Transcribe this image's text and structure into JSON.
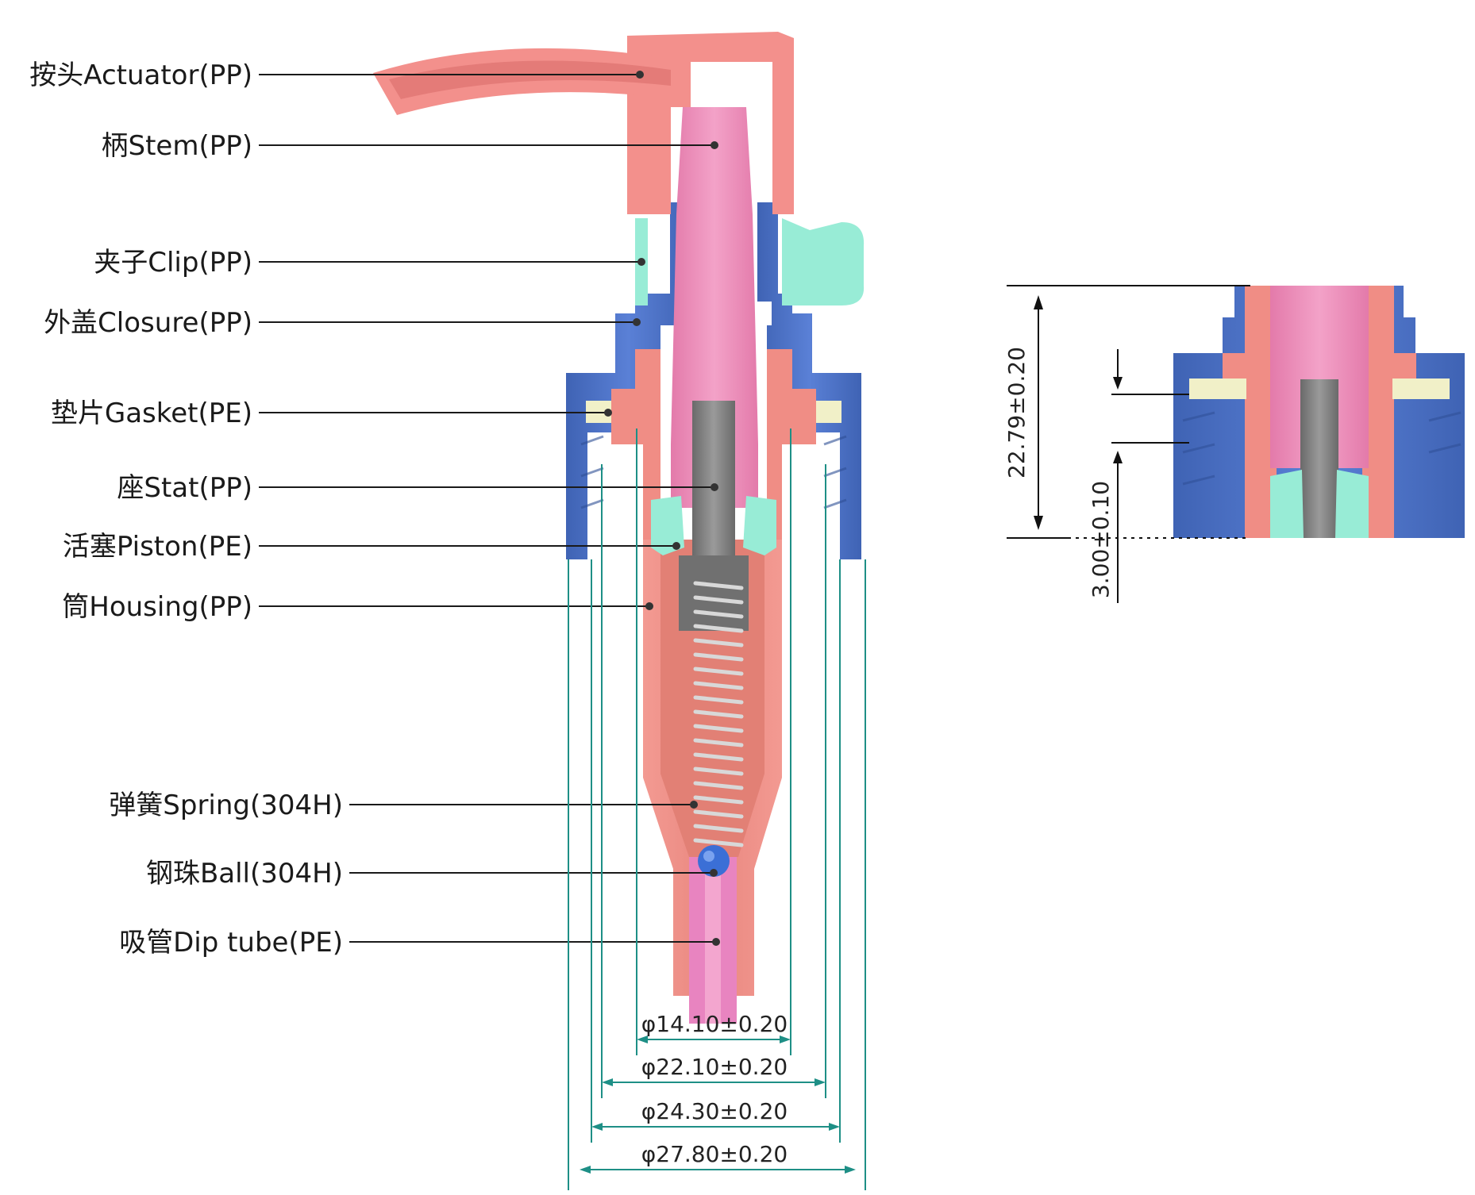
{
  "colors": {
    "actuator": "#f3908c",
    "stem": "#ec8cb8",
    "closure": "#4d74c8",
    "clip": "#98ecd6",
    "gasket": "#f1f0c8",
    "stat": "#7c7c7c",
    "piston": "#98ecd6",
    "housing": "#ee8a82",
    "spring": "#cfcfcf",
    "ball": "#3b6fd6",
    "dimension": "#1e8f86"
  },
  "parts": [
    {
      "label": "按头Actuator(PP)"
    },
    {
      "label": "柄Stem(PP)"
    },
    {
      "label": "夹子Clip(PP)"
    },
    {
      "label": "外盖Closure(PP)"
    },
    {
      "label": "垫片Gasket(PE)"
    },
    {
      "label": "座Stat(PP)"
    },
    {
      "label": "活塞Piston(PE)"
    },
    {
      "label": "筒Housing(PP)"
    },
    {
      "label": "弹簧Spring(304H)"
    },
    {
      "label": "钢珠Ball(304H)"
    },
    {
      "label": "吸管Dip tube(PE)"
    }
  ],
  "diameters": [
    {
      "label": "φ14.10±0.20"
    },
    {
      "label": "φ22.10±0.20"
    },
    {
      "label": "φ24.30±0.20"
    },
    {
      "label": "φ27.80±0.20"
    }
  ],
  "detail": {
    "height_label": "22.79±0.20",
    "offset_label": "3.00±0.10"
  }
}
